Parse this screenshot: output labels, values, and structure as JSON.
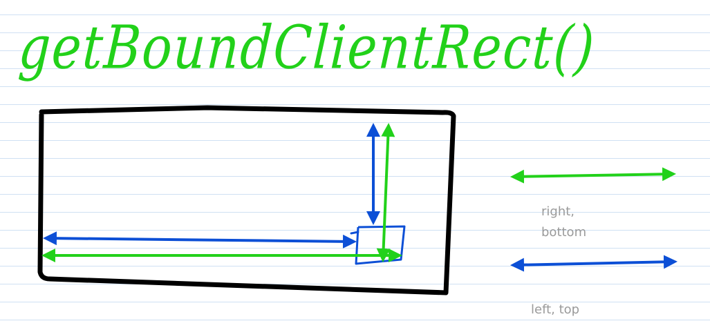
{
  "title": "getBoundClientRect()",
  "colors": {
    "green": "#22d11a",
    "blue": "#0c4fd6",
    "box": "#000000",
    "legend_text": "#9a9a9a",
    "rule_line": "#cfe0f3"
  },
  "legend": {
    "right_bottom_line1": "right,",
    "right_bottom_line2": "bottom",
    "left_top": "left, top"
  }
}
